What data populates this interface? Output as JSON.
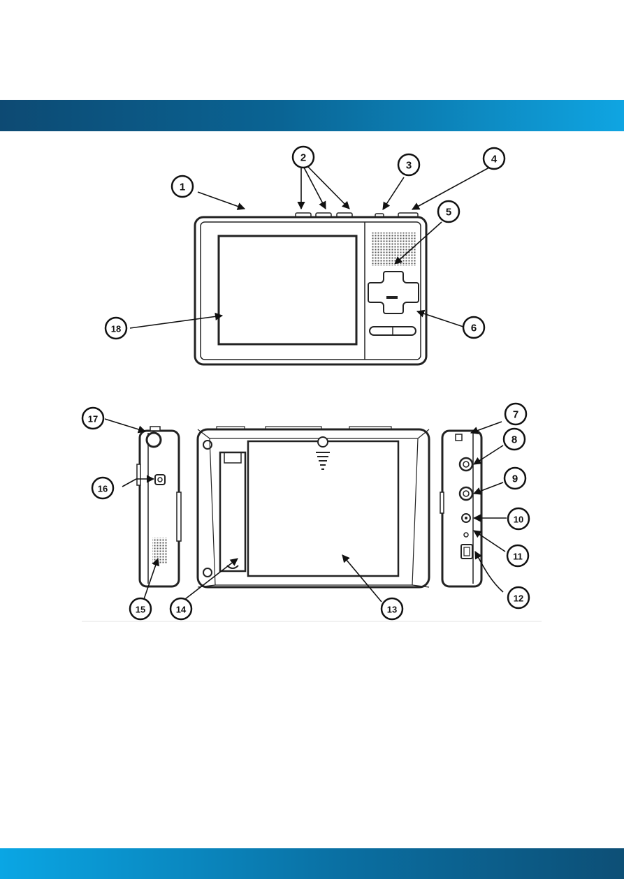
{
  "header": {
    "color_dark": "#0d4a73",
    "color_light": "#0fa5e2"
  },
  "footer": {
    "color_dark": "#0d4f76",
    "color_light": "#0aa6e4"
  },
  "callouts": {
    "c1": "1",
    "c2": "2",
    "c3": "3",
    "c4": "4",
    "c5": "5",
    "c6": "6",
    "c7": "7",
    "c8": "8",
    "c9": "9",
    "c10": "10",
    "c11": "11",
    "c12": "12",
    "c13": "13",
    "c14": "14",
    "c15": "15",
    "c16": "16",
    "c17": "17",
    "c18": "18"
  }
}
